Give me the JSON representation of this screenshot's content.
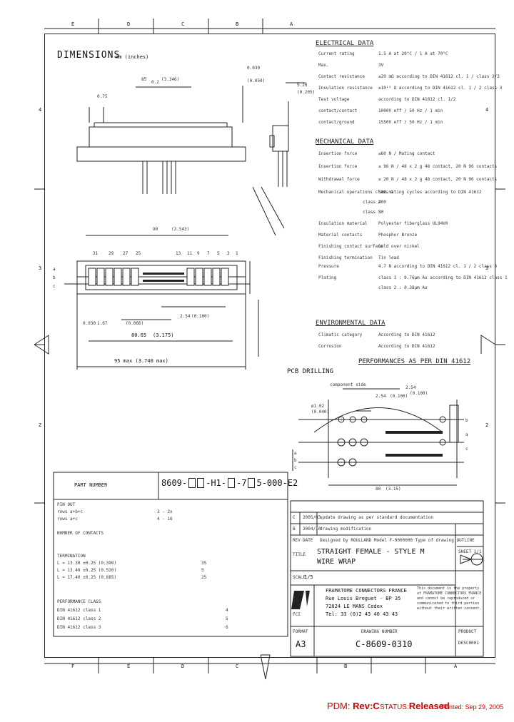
{
  "border": {
    "top_letters": [
      "E",
      "D",
      "C",
      "B",
      "A"
    ],
    "bottom_letters": [
      "F",
      "E",
      "D",
      "C",
      "B",
      "A"
    ],
    "left_numbers": [
      "4",
      "3",
      "2"
    ],
    "right_numbers": [
      "4",
      "3",
      "2"
    ]
  },
  "dimensions": {
    "title": "DIMENSIONS",
    "unit": "mm (inches)",
    "labels": [
      "85",
      "0.2",
      "(3.346)",
      "0.030",
      "(0.050)",
      "0.75",
      "5.20",
      "(0.205)",
      "90",
      "(3.543)",
      "31",
      "29",
      "27",
      "25",
      "13",
      "11",
      "9",
      "7",
      "5",
      "3",
      "1",
      "a",
      "b",
      "c",
      "2.54",
      "(0.100)",
      "0.030",
      "1.67",
      "(0.066)",
      "80.65",
      "(3.175)",
      "95 max (3.740 max)"
    ]
  },
  "electrical": {
    "title": "ELECTRICAL DATA",
    "rows": [
      {
        "k": "Current rating",
        "v": "1.5 A at 20°C / 1 A at 70°C"
      },
      {
        "k": "Max.",
        "v": "3V"
      },
      {
        "k": "Contact resistance",
        "v": "≤20 mΩ according to DIN 41612 cl. 1 / class 2/3"
      },
      {
        "k": "Insulation resistance",
        "v": "≥10¹² Ω according to DIN 41612 cl. 1 / 2 class 3"
      },
      {
        "k": "Test voltage",
        "v": "according to DIN 41612 cl. 1/2"
      },
      {
        "k": "contact/contact",
        "v": "1000V eff / 50 Hz / 1 min"
      },
      {
        "k": "contact/ground",
        "v": "1550V eff / 50 Hz / 1 min"
      }
    ]
  },
  "mechanical": {
    "title": "MECHANICAL DATA",
    "rows": [
      {
        "k": "Insertion force",
        "v": "≤60 N / Mating contact"
      },
      {
        "k": "Insertion force",
        "v": "≤ 96 N / 48 x 2 g  48 contact, 20 N  96 contacts"
      },
      {
        "k": "Withdrawal force",
        "v": "≥ 20 N / 48 x 2 g  48 contact, 20 N  96 contacts"
      },
      {
        "k": "Mechanical operations class 1",
        "v": "500 mating cycles according to DIN 41612"
      },
      {
        "k": "class 2",
        "v": "400"
      },
      {
        "k": "class 3",
        "v": "50"
      },
      {
        "k": "Insulation material",
        "v": "Polyester fiberglass UL94V0"
      },
      {
        "k": "Material contacts",
        "v": "Phosphor Bronze"
      },
      {
        "k": "Finishing contact surface",
        "v": "Gold over nickel"
      },
      {
        "k": "Finishing termination",
        "v": "Tin lead"
      },
      {
        "k": "Pressure",
        "v": "4.7 N according to DIN 41612 cl. 1 / 2 class 3"
      },
      {
        "k": "Plating",
        "v": "class 1 : 0.76µm Au according to DIN 41612 class 1"
      },
      {
        "k": "",
        "v": "class 2 : 0.38µm Au"
      }
    ]
  },
  "environmental": {
    "title": "ENVIRONMENTAL DATA",
    "rows": [
      {
        "k": "Climatic category",
        "v": "According to DIN 41612"
      },
      {
        "k": "Corrosion",
        "v": "According to DIN 41612"
      }
    ]
  },
  "performance_title": "PERFORMANCES AS PER DIN 41612",
  "pcb": {
    "title": "PCB DRILLING",
    "labels": [
      "component side",
      "2.54",
      "(0.100)",
      "2.54",
      "(0.100)",
      "ø1.02",
      "(0.040)",
      "80",
      "(3.15)",
      "b",
      "a",
      "c",
      "a",
      "b",
      "c"
    ]
  },
  "part": {
    "header": "PART NUMBER",
    "code_prefix": "8609-",
    "code_mid": "-H1-",
    "code_mid2": "-7",
    "code_tail": "5-000-E2",
    "sections": [
      {
        "title": "PIN OUT",
        "rows": [
          {
            "k": "rows a+b+c",
            "v": "3 - 2x"
          },
          {
            "k": "rows a+c",
            "v": "4 - 16"
          }
        ]
      },
      {
        "title": "NUMBER OF CONTACTS",
        "rows": []
      },
      {
        "title": "TERMINATION",
        "rows": [
          {
            "k": "L = 13.30 ±0.25 (0.390)",
            "v": "35"
          },
          {
            "k": "L = 13.40 ±0.25 (0.520)",
            "v": "5"
          },
          {
            "k": "L = 17.40 ±0.25 (0.685)",
            "v": "25"
          }
        ]
      },
      {
        "title": "PERFORMANCE CLASS",
        "rows": [
          {
            "k": "DIN 41612 class 1",
            "v": "4"
          },
          {
            "k": "DIN 41612 class 2",
            "v": "5"
          },
          {
            "k": "DIN 41612 class 3",
            "v": "6"
          }
        ]
      }
    ]
  },
  "title_block": {
    "rev_rows": [
      {
        "c1": "C",
        "c2": "2005/03",
        "c3": "update drawing as per standard documentation"
      },
      {
        "c1": "B",
        "c2": "2004/10",
        "c3": "drawing modification"
      },
      {
        "c1": "REV",
        "c2": "DATE",
        "c3": "Designed by ROULLAND  Model F-0000000  Type of drawing  OUTLINE"
      }
    ],
    "title_label": "TITLE",
    "title_line1": "STRAIGHT FEMALE - STYLE M",
    "title_line2": "WIRE WRAP",
    "sheet": "SHEET 1/1",
    "scale_label": "SCALE",
    "scale": "1/5",
    "company_lines": [
      "FRAMATOME CONNECTORS FRANCE",
      "Rue Louis Breguet - BP 35",
      "72024 LE MANS Cedex",
      "Tel: 33 (0)2 43 40 43 43"
    ],
    "copyright": "This document is the property of FRAMATOME CONNECTORS FRANCE and cannot be reproduced or communicated to third parties without their written consent.",
    "logo_text": "FCI",
    "format_label": "FORMAT",
    "format": "A3",
    "drawing_label": "DRAWING NUMBER",
    "drawing_number": "C-8609-0310",
    "product_label": "PRODUCT",
    "product": "DESC0001"
  },
  "footer": {
    "pdm_label": "PDM: ",
    "pdm_value": "Rev:C",
    "status_label": "STATUS:",
    "status_value": "Released",
    "printed": "Printed: Sep 29, 2005"
  }
}
